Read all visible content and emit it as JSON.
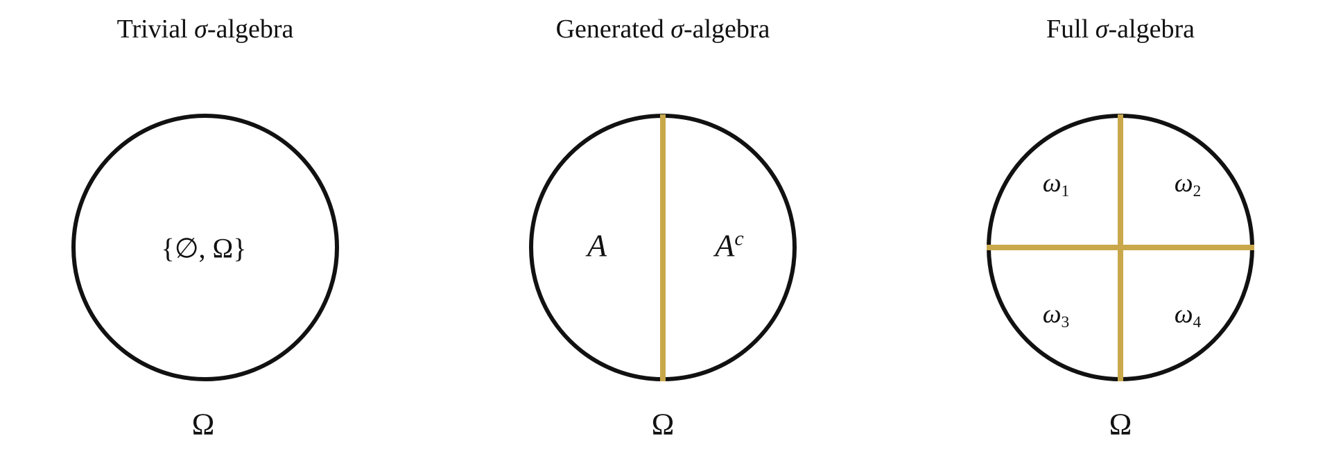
{
  "colors": {
    "circle": "#111111",
    "partition": "#c9a84b",
    "background": "#ffffff"
  },
  "panels": [
    {
      "title_prefix": "Trivial ",
      "title_sigma": "σ",
      "title_suffix": "-algebra",
      "center_label": "{∅, Ω}",
      "sample_space": "Ω"
    },
    {
      "title_prefix": "Generated ",
      "title_sigma": "σ",
      "title_suffix": "-algebra",
      "left_label": "A",
      "right_label_base": "A",
      "right_label_sup": "c",
      "sample_space": "Ω"
    },
    {
      "title_prefix": "Full ",
      "title_sigma": "σ",
      "title_suffix": "-algebra",
      "cells": [
        {
          "base": "ω",
          "sub": "1"
        },
        {
          "base": "ω",
          "sub": "2"
        },
        {
          "base": "ω",
          "sub": "3"
        },
        {
          "base": "ω",
          "sub": "4"
        }
      ],
      "sample_space": "Ω"
    }
  ]
}
